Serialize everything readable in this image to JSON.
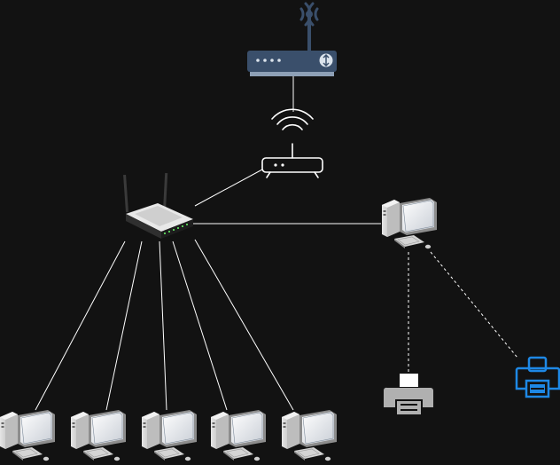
{
  "diagram": {
    "background": "#121212",
    "line_color": "#ffffff",
    "nodes": [
      {
        "id": "modem",
        "kind": "cellular-modem",
        "icon": "modem-with-antenna-icon",
        "color": "#3a4f6b"
      },
      {
        "id": "wifi-router",
        "kind": "wireless-router",
        "icon": "wifi-router-icon",
        "color": "#ffffff"
      },
      {
        "id": "access-point",
        "kind": "dual-antenna-router",
        "icon": "access-point-icon"
      },
      {
        "id": "server-pc",
        "kind": "desktop-computer",
        "icon": "desktop-computer-icon"
      },
      {
        "id": "pc-1",
        "kind": "desktop-computer",
        "icon": "desktop-computer-icon"
      },
      {
        "id": "pc-2",
        "kind": "desktop-computer",
        "icon": "desktop-computer-icon"
      },
      {
        "id": "pc-3",
        "kind": "desktop-computer",
        "icon": "desktop-computer-icon"
      },
      {
        "id": "pc-4",
        "kind": "desktop-computer",
        "icon": "desktop-computer-icon"
      },
      {
        "id": "pc-5",
        "kind": "desktop-computer",
        "icon": "desktop-computer-icon"
      },
      {
        "id": "printer-gray",
        "kind": "printer",
        "icon": "printer-icon",
        "color": "#b0b0b0"
      },
      {
        "id": "printer-blue",
        "kind": "printer",
        "icon": "printer-icon",
        "color": "#1e88e5"
      }
    ],
    "edges": [
      {
        "from": "modem",
        "to": "wifi-router",
        "style": "solid"
      },
      {
        "from": "wifi-router",
        "to": "access-point",
        "style": "solid"
      },
      {
        "from": "access-point",
        "to": "server-pc",
        "style": "solid"
      },
      {
        "from": "access-point",
        "to": "pc-1",
        "style": "solid"
      },
      {
        "from": "access-point",
        "to": "pc-2",
        "style": "solid"
      },
      {
        "from": "access-point",
        "to": "pc-3",
        "style": "solid"
      },
      {
        "from": "access-point",
        "to": "pc-4",
        "style": "solid"
      },
      {
        "from": "access-point",
        "to": "pc-5",
        "style": "solid"
      },
      {
        "from": "server-pc",
        "to": "printer-gray",
        "style": "dashed"
      },
      {
        "from": "server-pc",
        "to": "printer-blue",
        "style": "dashed"
      }
    ]
  }
}
